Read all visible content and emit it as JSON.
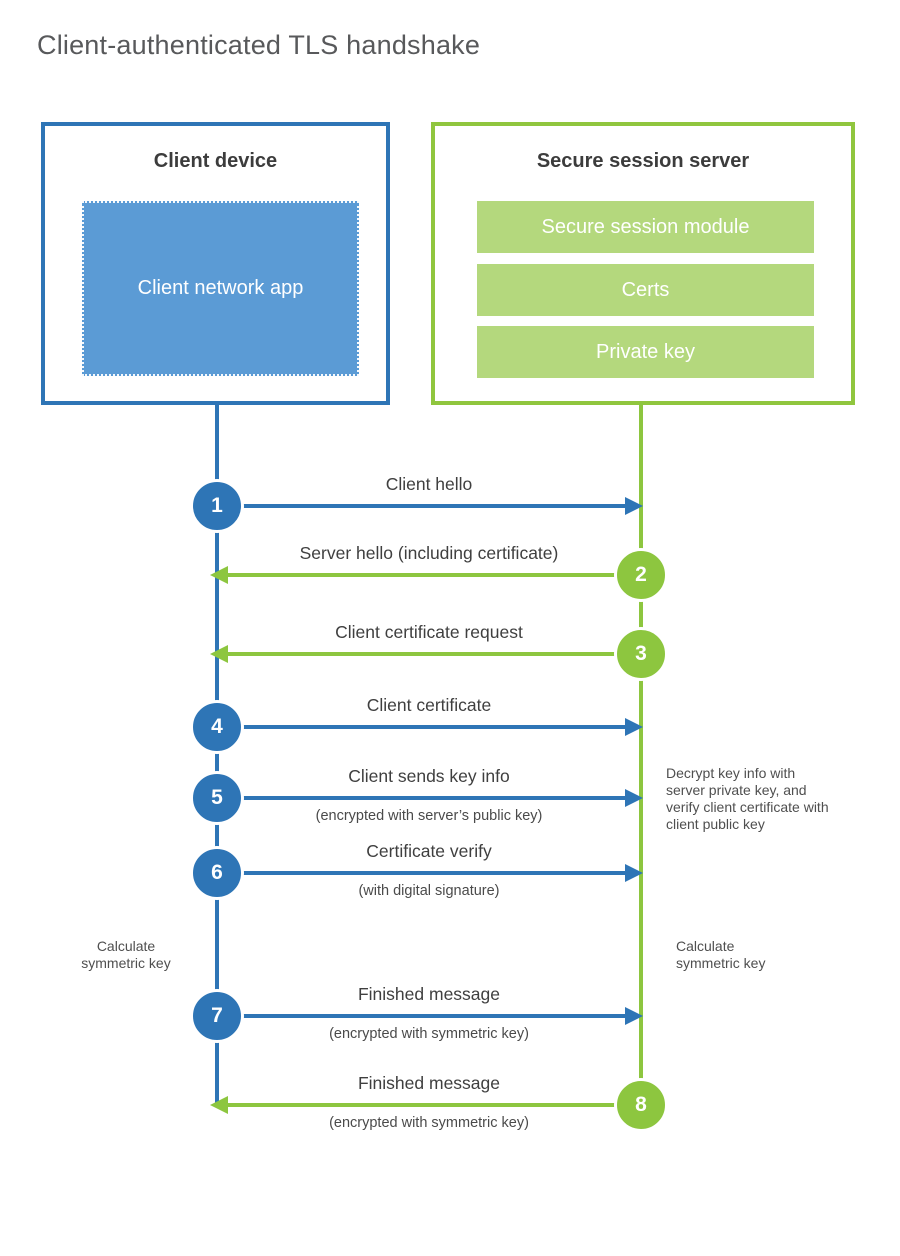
{
  "title": "Client-authenticated TLS handshake",
  "colors": {
    "client_accent": "#2e75b6",
    "client_fill": "#5b9bd5",
    "server_accent": "#8dc63f",
    "server_fill": "#b4d87d",
    "title_text": "#58595b",
    "label_text": "#3f3f3f"
  },
  "client": {
    "title": "Client device",
    "app_label": "Client network app"
  },
  "server": {
    "title": "Secure session server",
    "modules": [
      "Secure session module",
      "Certs",
      "Private key"
    ]
  },
  "messages": [
    {
      "num": "1",
      "label": "Client hello",
      "sub": "",
      "from": "client",
      "direction": "right"
    },
    {
      "num": "2",
      "label": "Server hello (including certificate)",
      "sub": "",
      "from": "server",
      "direction": "left"
    },
    {
      "num": "3",
      "label": "Client certificate request",
      "sub": "",
      "from": "server",
      "direction": "left"
    },
    {
      "num": "4",
      "label": "Client certificate",
      "sub": "",
      "from": "client",
      "direction": "right"
    },
    {
      "num": "5",
      "label": "Client sends key info",
      "sub": "(encrypted with server’s public key)",
      "from": "client",
      "direction": "right"
    },
    {
      "num": "6",
      "label": "Certificate verify",
      "sub": "(with digital signature)",
      "from": "client",
      "direction": "right"
    },
    {
      "num": "7",
      "label": "Finished message",
      "sub": "(encrypted with symmetric key)",
      "from": "client",
      "direction": "right"
    },
    {
      "num": "8",
      "label": "Finished message",
      "sub": "(encrypted with symmetric key)",
      "from": "server",
      "direction": "left"
    }
  ],
  "notes": {
    "server_decrypt": "Decrypt key info with server private key, and verify client certificate with client public key",
    "client_calc": "Calculate symmetric key",
    "server_calc": "Calculate symmetric key"
  }
}
